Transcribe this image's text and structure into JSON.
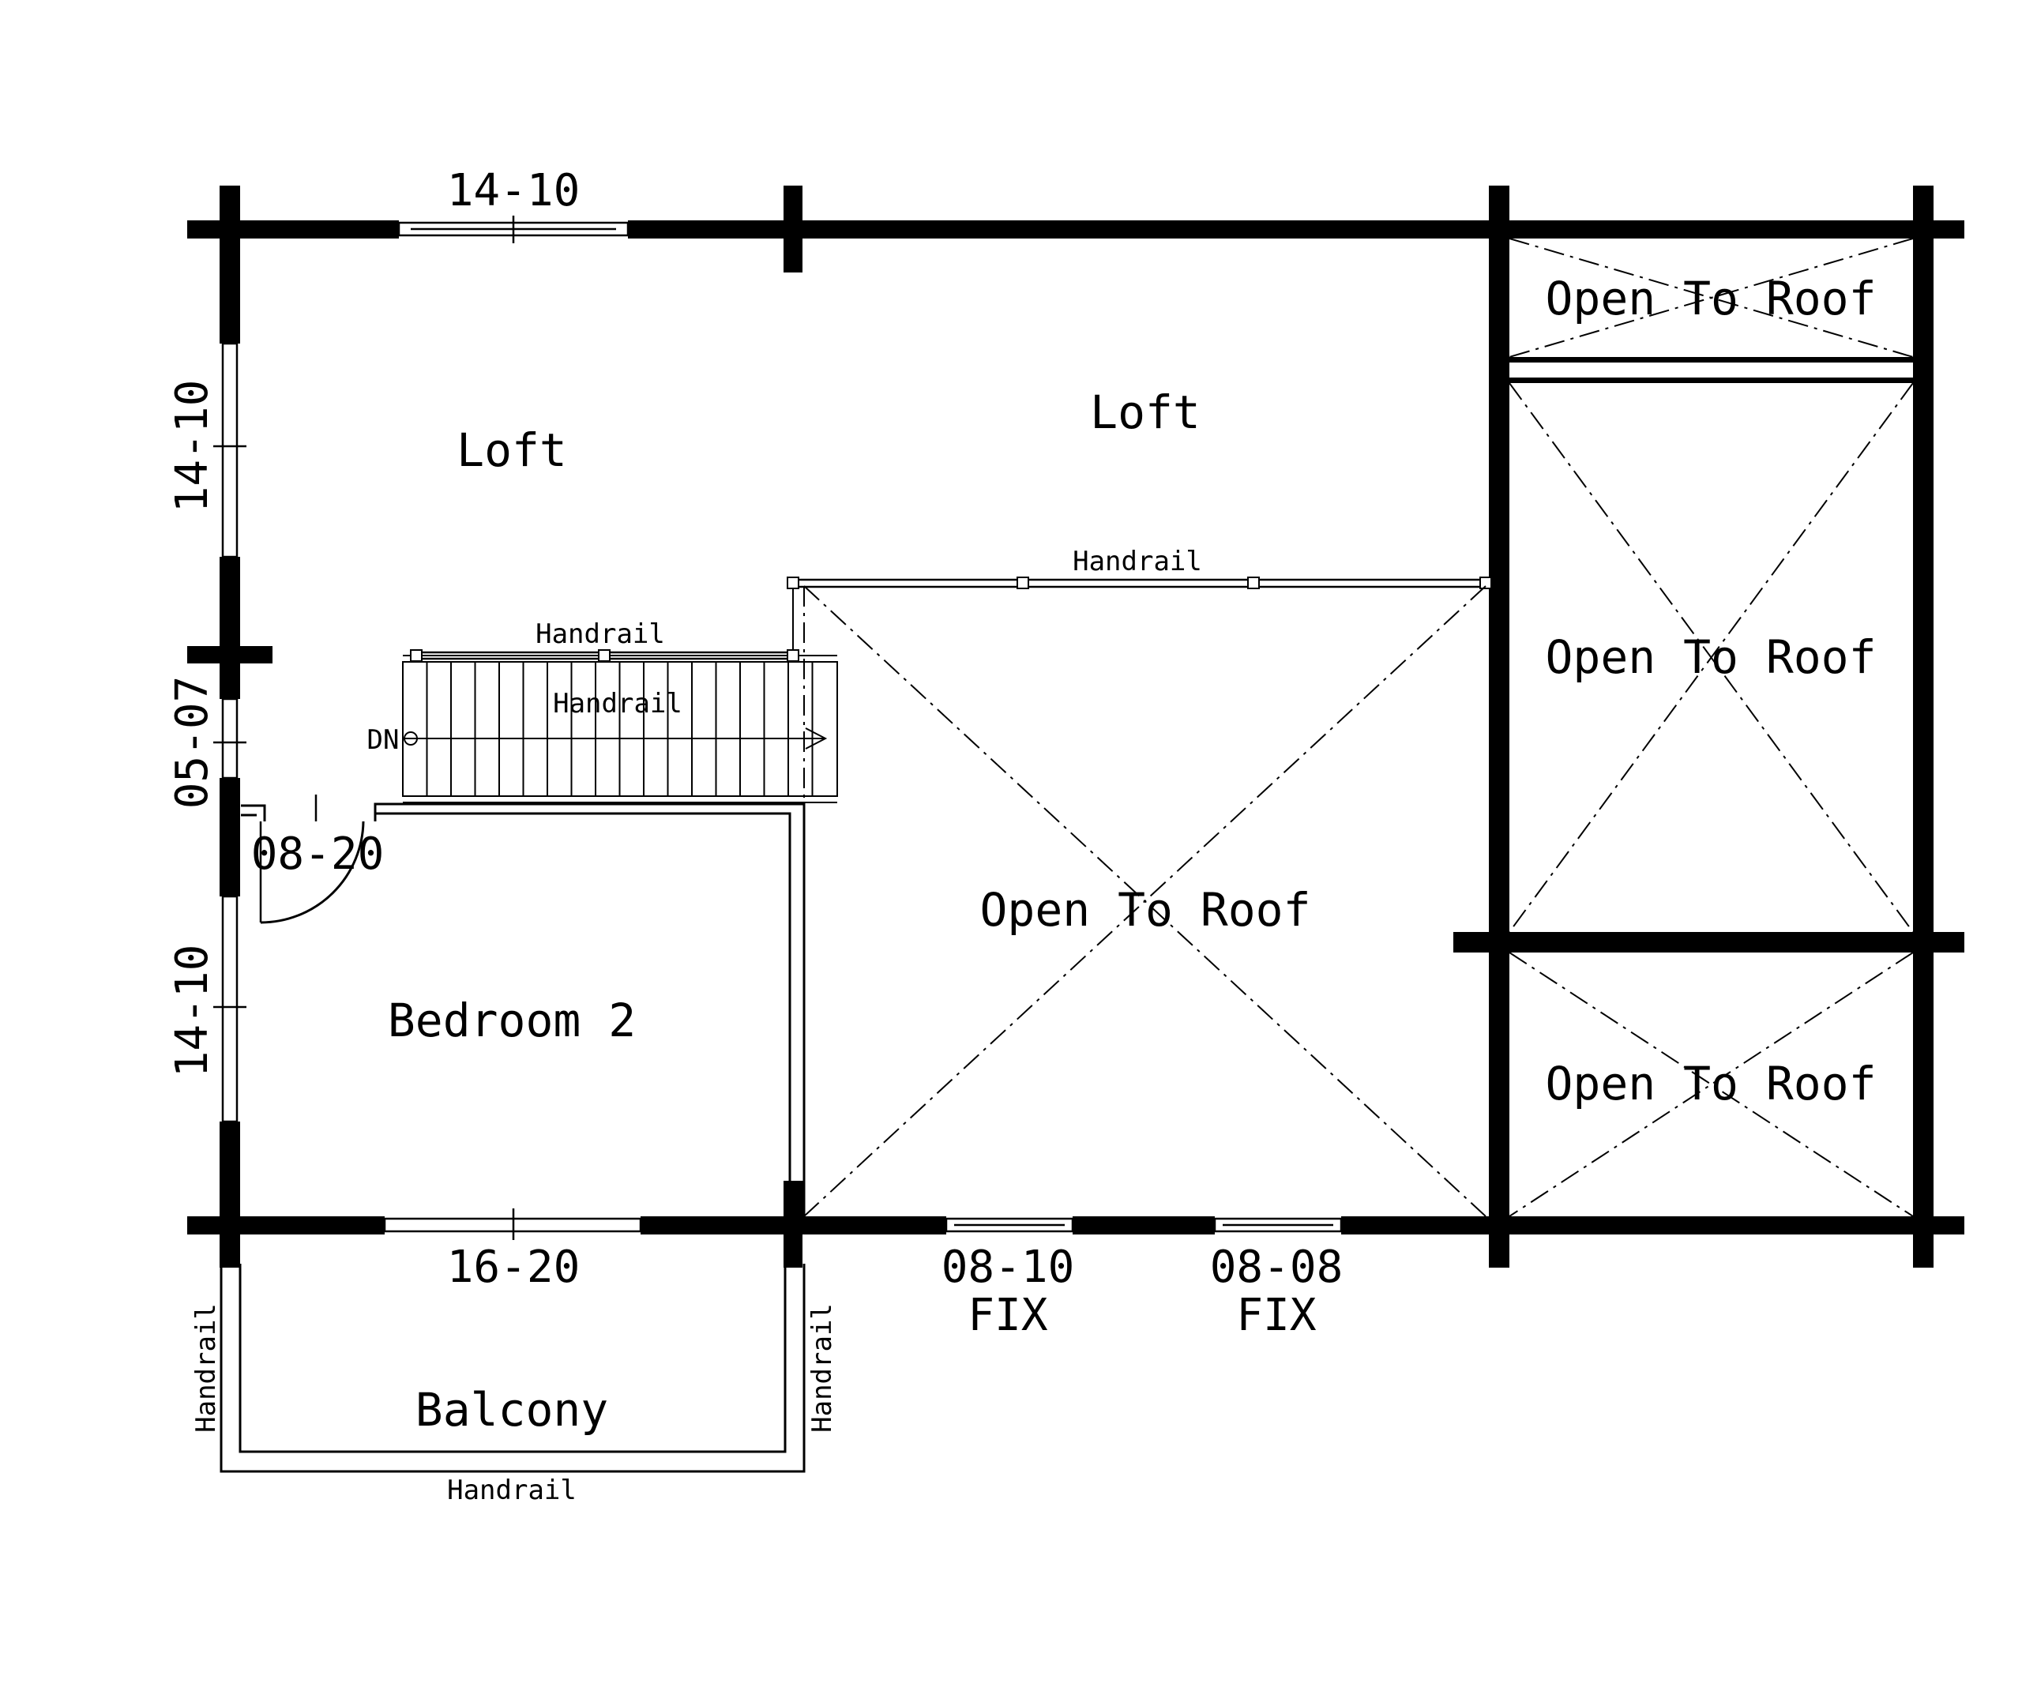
{
  "rooms": {
    "loft_left": "Loft",
    "loft_center": "Loft",
    "bedroom": "Bedroom 2",
    "balcony": "Balcony",
    "open_center": "Open To Roof",
    "open_right_top": "Open To Roof",
    "open_right_middle": "Open To Roof",
    "open_right_bottom": "Open To Roof"
  },
  "windows": {
    "top_window": "14-10",
    "left_upper_window": "14-10",
    "left_middle_window": "05-07",
    "left_lower_window": "14-10",
    "bottom_window": "16-20",
    "fix_window_1": "08-10",
    "fix_window_1_type": "FIX",
    "fix_window_2": "08-08",
    "fix_window_2_type": "FIX"
  },
  "doors": {
    "bedroom_door": "08-20"
  },
  "stairs": {
    "direction": "DN"
  },
  "handrails": {
    "loft_rail": "Handrail",
    "stair_top_rail": "Handrail",
    "stair_inner_rail": "Handrail",
    "balcony_left_rail": "Handrail",
    "balcony_right_rail": "Handrail",
    "balcony_bottom_rail": "Handrail"
  }
}
